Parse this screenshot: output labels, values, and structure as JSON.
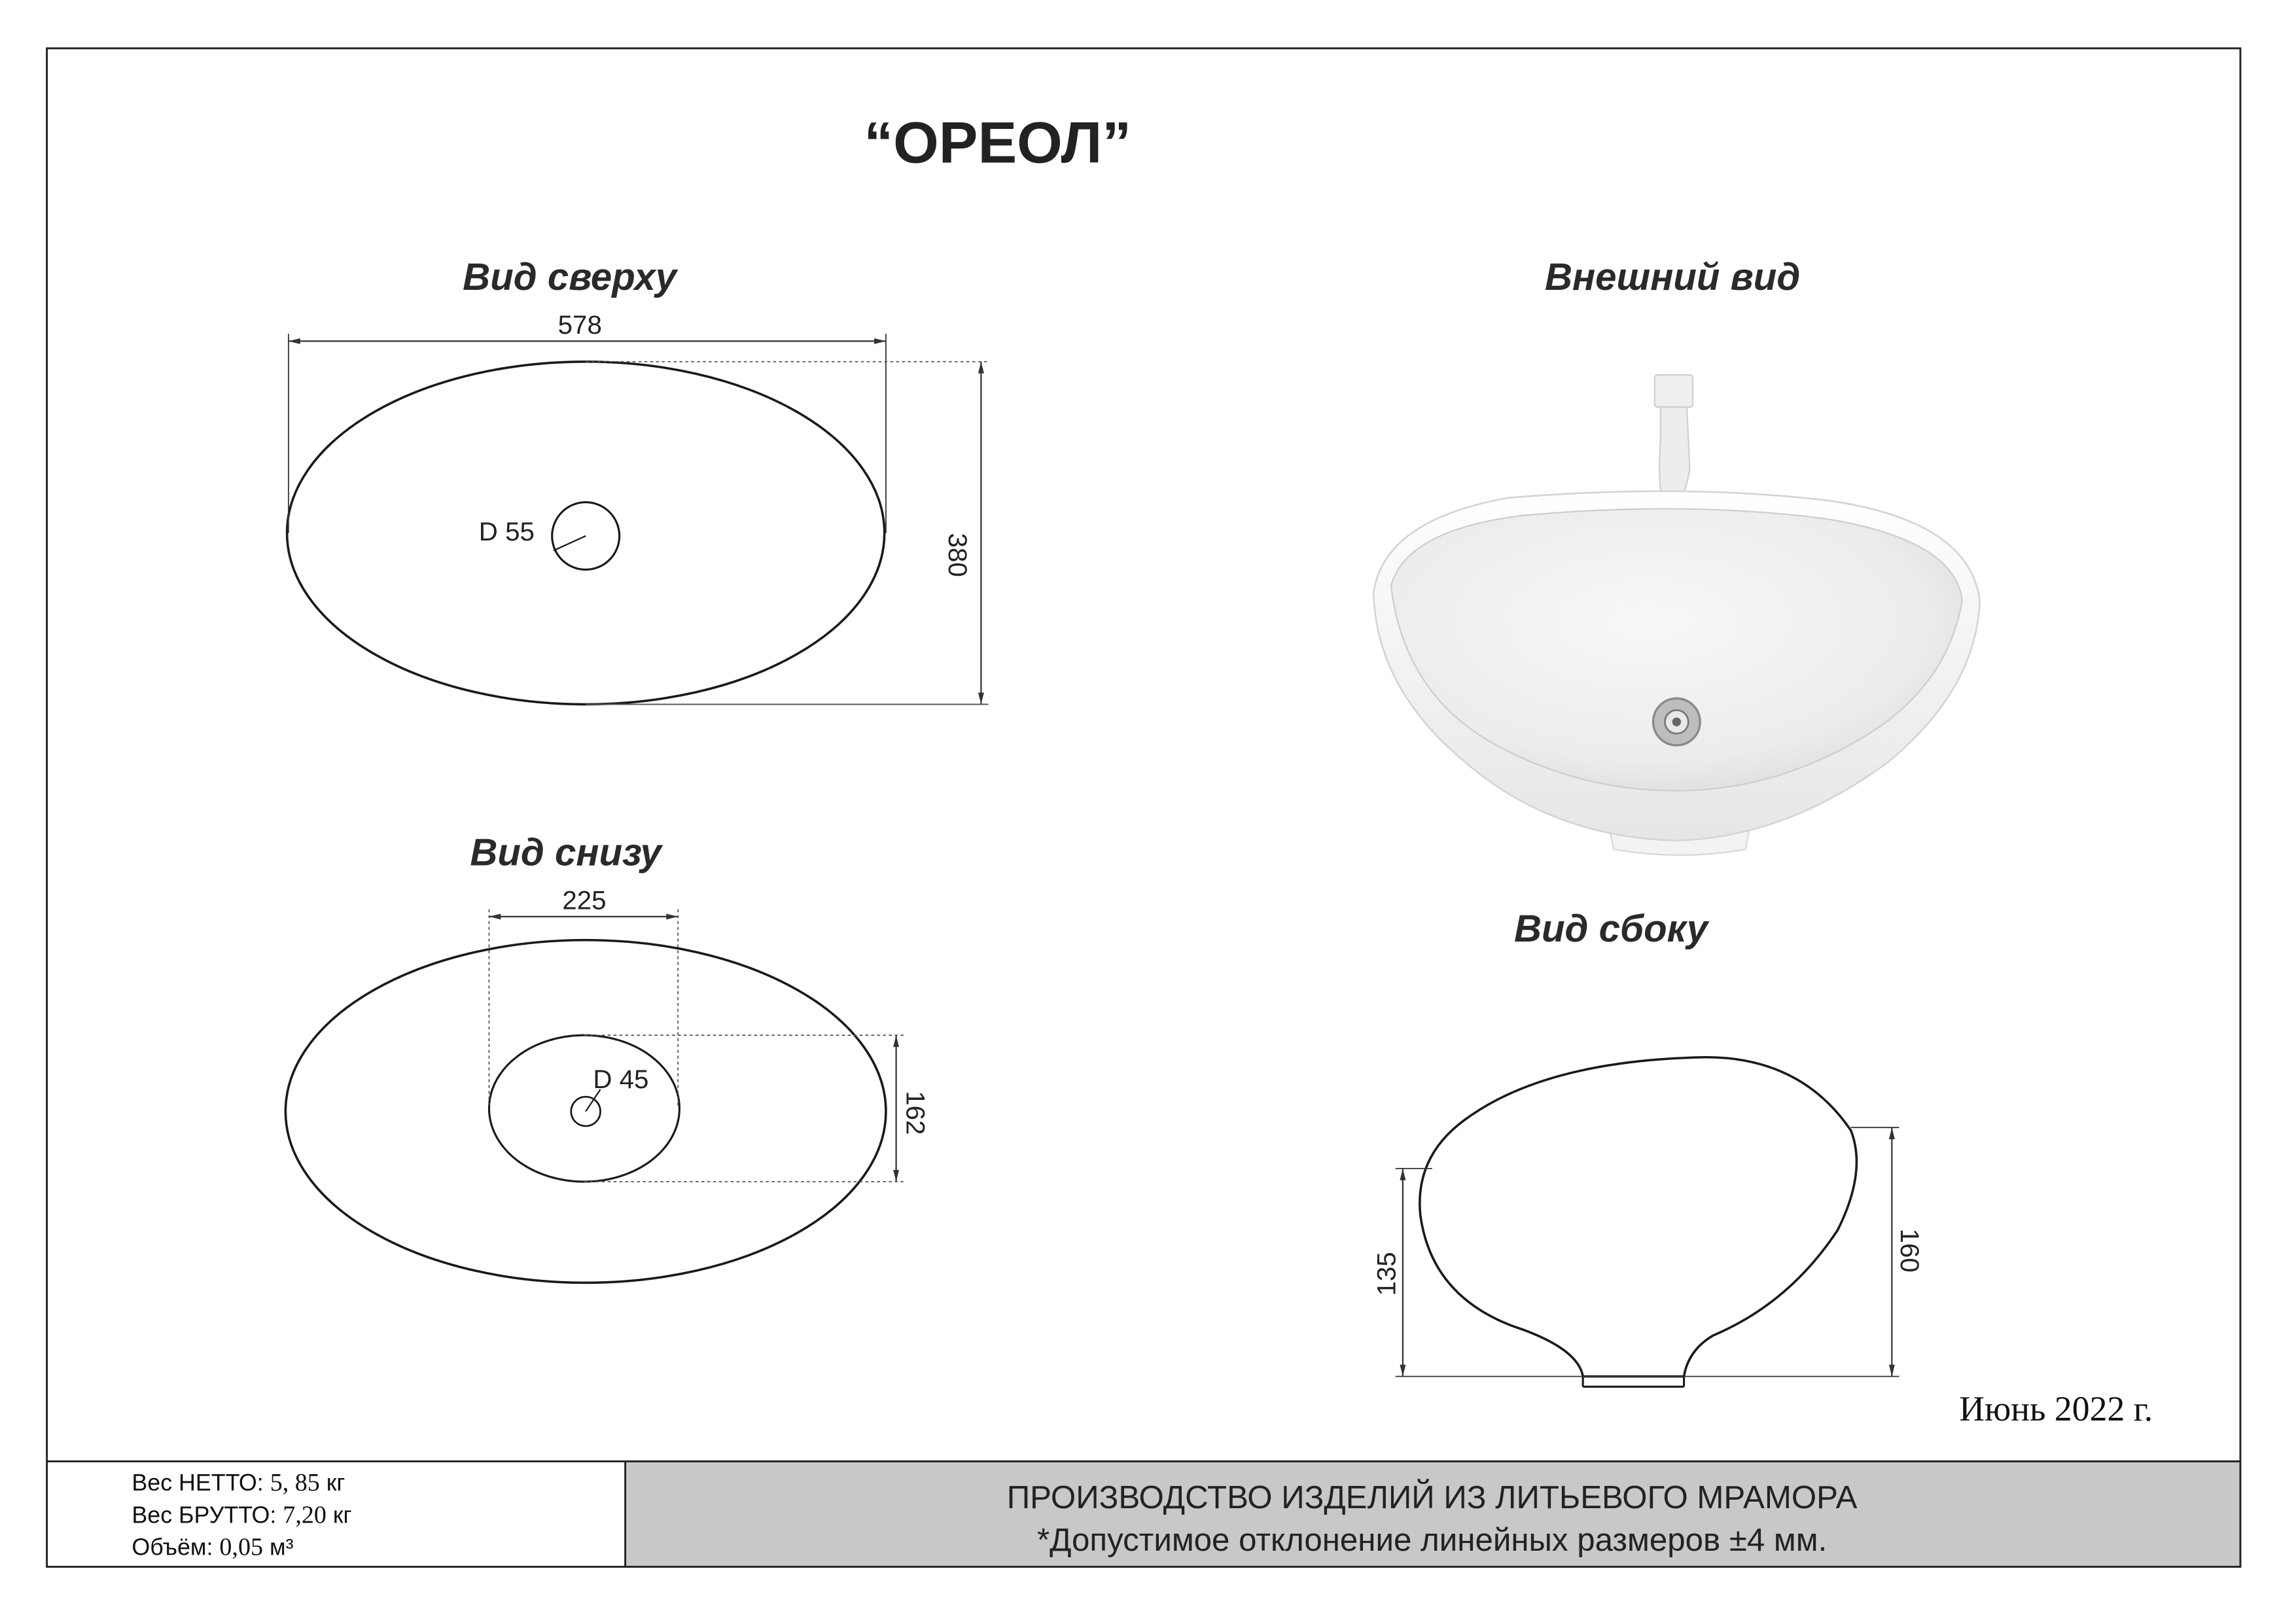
{
  "product_title": "“ОРЕОЛ”",
  "views": {
    "top_view": {
      "title": "Вид сверху",
      "width_dim": "578",
      "height_dim": "380",
      "drain_dim": "D 55"
    },
    "bottom_view": {
      "title": "Вид снизу",
      "base_width_dim": "225",
      "base_height_dim": "162",
      "drain_dim": "D 45"
    },
    "exterior_view": {
      "title": "Внешний вид"
    },
    "side_view": {
      "title": "Вид сбоку",
      "left_height_dim": "135",
      "right_height_dim": "160"
    }
  },
  "date": "Июнь 2022 г.",
  "specs": {
    "net_weight_label": "Вес НЕТТО:",
    "net_weight_value": "5, 85",
    "net_weight_unit": "кг",
    "gross_weight_label": "Вес БРУТТО:",
    "gross_weight_value": "7,20",
    "gross_weight_unit": "кг",
    "volume_label": "Объём:",
    "volume_value": "0,05",
    "volume_unit": "м³"
  },
  "footer": {
    "manufacturer": "ПРОИЗВОДСТВО ИЗДЕЛИЙ ИЗ ЛИТЬЕВОГО МРАМОРА",
    "tolerance_note": "*Допустимое отклонение линейных размеров ±4 мм."
  },
  "colors": {
    "footer_band": "#c8c8c8",
    "outline": "#1a1a1a",
    "frame": "#222222"
  }
}
